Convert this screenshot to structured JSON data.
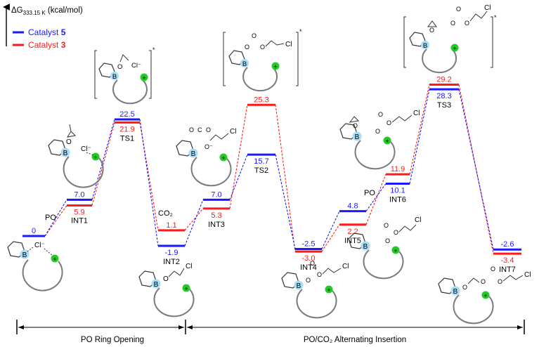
{
  "axis": {
    "label_prefix": "ΔG",
    "label_sub": "333.15 K",
    "label_unit": "(kcal/mol)"
  },
  "legend": [
    {
      "prefix": "Catalyst ",
      "id": "5",
      "color": "#1a1aff"
    },
    {
      "prefix": "Catalyst ",
      "id": "3",
      "color": "#ff1a1a"
    }
  ],
  "colors": {
    "catalyst5": "#1a1aff",
    "catalyst3": "#ff1a1a",
    "ring": "#7a7a7a",
    "boron": "#a8dcf5",
    "cation": "#22cc22"
  },
  "chart_data": {
    "type": "energy-profile",
    "y_unit": "kcal/mol",
    "states": [
      "",
      "INT1",
      "TS1",
      "INT2",
      "INT3",
      "TS2",
      "INT4",
      "INT5",
      "INT6",
      "TS3",
      "INT7"
    ],
    "series": [
      {
        "name": "Catalyst 5",
        "values": [
          0,
          7.0,
          22.5,
          -1.9,
          7.0,
          15.7,
          -2.5,
          4.8,
          10.1,
          28.3,
          -2.6
        ]
      },
      {
        "name": "Catalyst 3",
        "values": [
          0,
          5.9,
          21.9,
          1.1,
          5.3,
          25.3,
          -3.0,
          2.2,
          11.9,
          29.2,
          -3.4
        ]
      }
    ],
    "value_labels_5": [
      "0",
      "7.0",
      "22.5",
      "-1.9",
      "7.0",
      "15.7",
      "-2.5",
      "4.8",
      "10.1",
      "28.3",
      "-2.6"
    ],
    "value_labels_3": [
      "",
      "5.9",
      "21.9",
      "1.1",
      "5.3",
      "25.3",
      "-3.0",
      "2.2",
      "11.9",
      "29.2",
      "-3.4"
    ],
    "reagents": {
      "po1": "PO",
      "co2": "CO₂",
      "po2": "PO"
    },
    "stages": [
      {
        "label": "PO Ring Opening"
      },
      {
        "label": "PO/CO₂ Alternating Insertion"
      }
    ]
  },
  "structures": {
    "boron": "B",
    "oxygen": "O",
    "carbon": "C",
    "chloride": "Cl⁻",
    "chlorine": "Cl",
    "plus": "+",
    "anion_o": "O⁻",
    "ts_mark": "*"
  }
}
